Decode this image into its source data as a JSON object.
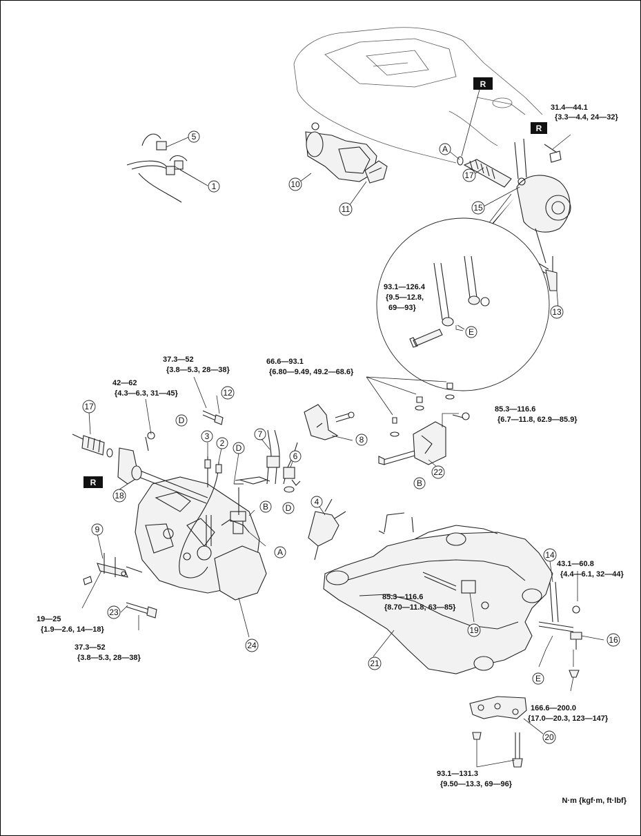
{
  "r_mark": "R",
  "units": "N·m {kgf·m, ft·lbf}",
  "parts": {
    "p1": "1",
    "p2": "2",
    "p3": "3",
    "p4": "4",
    "p5": "5",
    "p6": "6",
    "p7": "7",
    "p8": "8",
    "p9": "9",
    "p10": "10",
    "p11": "11",
    "p12": "12",
    "p13": "13",
    "p14": "14",
    "p15": "15",
    "p16": "16",
    "p17a": "17",
    "p17b": "17",
    "p18": "18",
    "p19": "19",
    "p20": "20",
    "p21": "21",
    "p22": "22",
    "p23": "23",
    "p24": "24"
  },
  "letters": {
    "a1": "A",
    "a2": "A",
    "b1": "B",
    "b2": "B",
    "d1": "D",
    "d2": "D",
    "d3": "D",
    "e1": "E",
    "e2": "E"
  },
  "torques": {
    "t_tie_rod_nut": {
      "l1": "31.4—44.1",
      "l2": "{3.3—4.4, 24—32}"
    },
    "t_balljoint": {
      "l1": "93.1—126.4",
      "l2": "{9.5—12.8,",
      "l3": "69—93}"
    },
    "t_bolt12": {
      "l1": "37.3—52",
      "l2": "{3.8—5.3, 28—38}"
    },
    "t_bracket_nuts": {
      "l1": "66.6—93.1",
      "l2": "{6.80—9.49, 49.2—68.6}"
    },
    "t_bolt_top_left": {
      "l1": "42—62",
      "l2": "{4.3—6.3, 31—45}"
    },
    "t_nut22": {
      "l1": "85.3—116.6",
      "l2": "{6.7—11.8, 62.9—85.9}"
    },
    "t_bolt19": {
      "l1": "85.3—116.6",
      "l2": "{8.70—11.8, 63—85}"
    },
    "t_nut14": {
      "l1": "43.1—60.8",
      "l2": "{4.4—6.1, 32—44}"
    },
    "t_bolt9": {
      "l1": "19—25",
      "l2": "{1.9—2.6, 14—18}"
    },
    "t_bolt23": {
      "l1": "37.3—52",
      "l2": "{3.8—5.3, 28—38}"
    },
    "t_bolt16": {
      "l1": "166.6—200.0",
      "l2": "{17.0—20.3, 123—147}"
    },
    "t_bolt20": {
      "l1": "93.1—131.3",
      "l2": "{9.50—13.3, 69—96}"
    }
  }
}
